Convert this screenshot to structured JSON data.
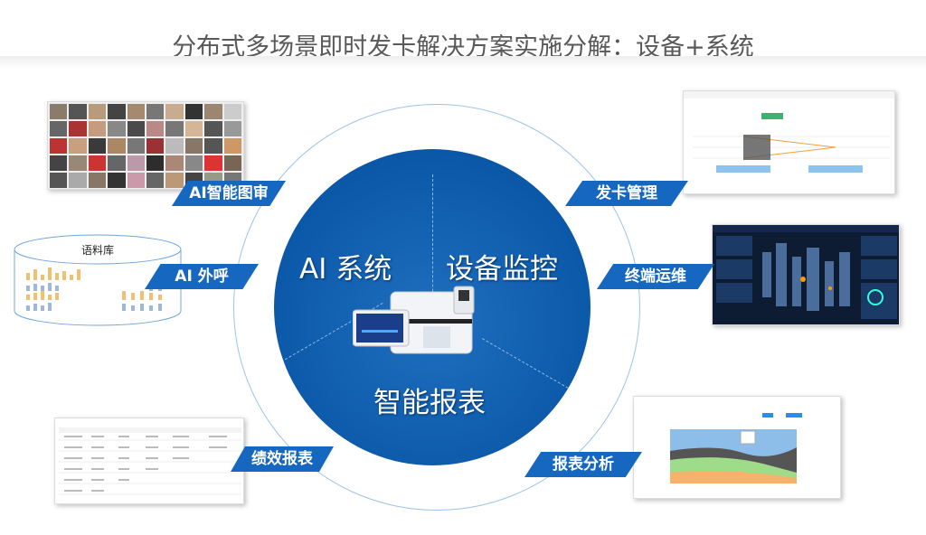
{
  "title": "分布式多场景即时发卡解决方案实施分解：设备+系统",
  "core": {
    "ai_system": "AI 系统",
    "device_monitor": "设备监控",
    "smart_report": "智能报表"
  },
  "tags": {
    "ai_review": "AI智能图审",
    "ai_call": "AI 外呼",
    "performance": "绩效报表",
    "card_issue": "发卡管理",
    "terminal_ops": "终端运维",
    "report_analysis": "报表分析"
  },
  "corpus_label": "语料库",
  "colors": {
    "core": "#0b58a8",
    "tag": "#1667c0",
    "ring": "#9cc3ea"
  }
}
